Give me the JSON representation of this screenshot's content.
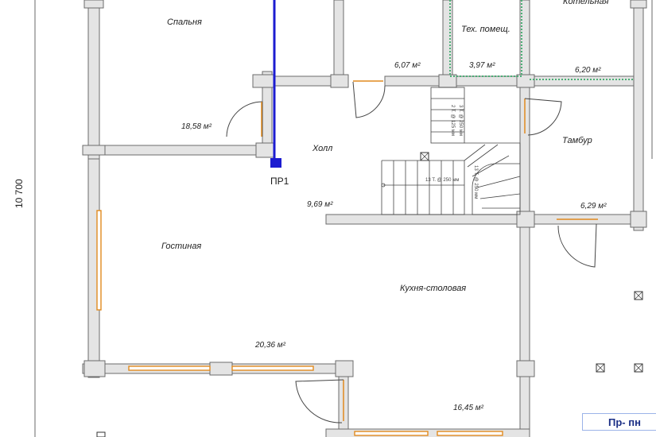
{
  "rooms": {
    "bedroom": {
      "name": "Спальня",
      "area": "18,58 м²"
    },
    "room_top_a": {
      "area": "6,07 м²"
    },
    "tech": {
      "name": "Тех. помещ.",
      "area": "3,97 м²"
    },
    "boiler": {
      "name": "Котельная",
      "area": "6,20 м²"
    },
    "hall": {
      "name": "Холл",
      "area": "9,69 м²"
    },
    "vestibule": {
      "name": "Тамбур",
      "area": "6,29 м²"
    },
    "living": {
      "name": "Гостиная",
      "area": "20,36 м²"
    },
    "kitchen": {
      "name": "Кухня-столовая",
      "area": "16,45 м²"
    }
  },
  "dimension": {
    "height": "10 700"
  },
  "marker": {
    "label": "ПР1",
    "color": "#1c1cd0"
  },
  "legend": {
    "text": "Пр- пн"
  },
  "stairs": {
    "upper_note_1": "2 Т. @ 125 мм",
    "upper_note_2": "3 Т. @ 250 мм",
    "lower_note_1": "13 Т. @ 250 мм",
    "lower_note_2": "13 Т. @ 250 мм"
  },
  "colors": {
    "wall": "#e4e4e4",
    "window": "#e08a1e",
    "accent_green": "#4caf76"
  }
}
